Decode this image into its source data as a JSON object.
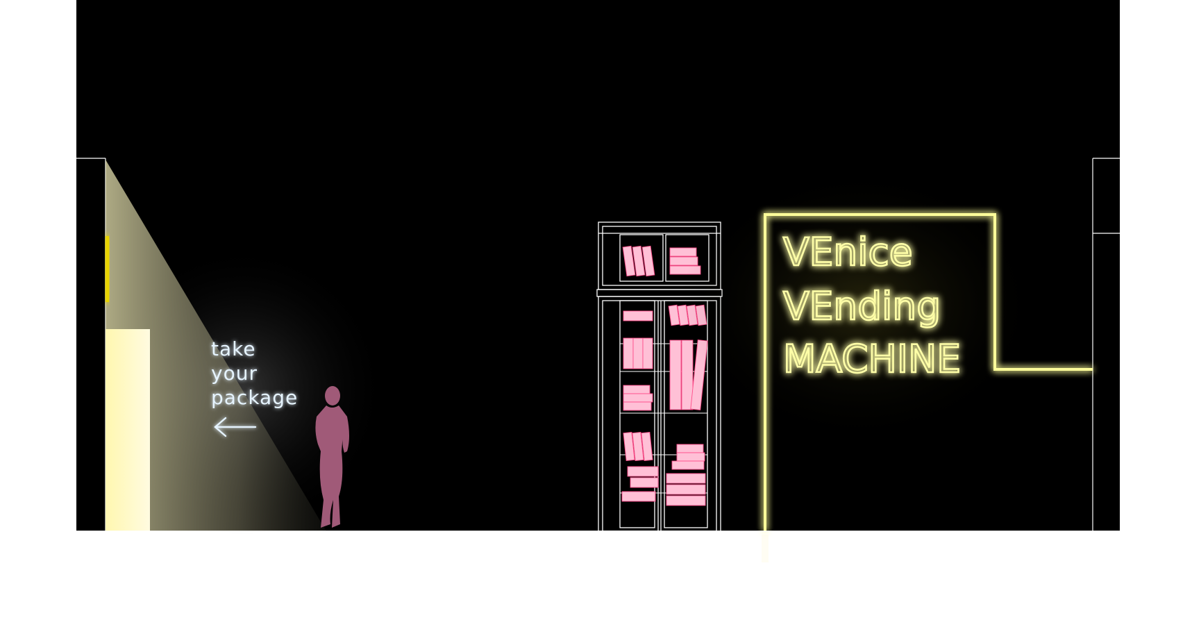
{
  "neon_sign_left": {
    "lines": [
      "take",
      "your",
      "package"
    ],
    "arrow": "left-arrow-icon",
    "color": "#d6ecff",
    "glow": "#7fc4ff"
  },
  "neon_sign_right": {
    "lines": [
      "VEnice",
      "VEnding",
      "MACHINE"
    ],
    "color": "#ffffb0",
    "glow": "#ffe84a"
  },
  "colors": {
    "background": "#000000",
    "page": "#ffffff",
    "floor_line": "#ffffff",
    "wall_light": "#fff7b8",
    "person": "#a05a78",
    "book": "#ffc0d6",
    "book_stroke": "#ff4d8a",
    "neon_frame": "#ffff9a"
  },
  "icons": {
    "person": "person-silhouette-icon",
    "cabinet": "vending-cabinet-icon",
    "arrow": "left-arrow-icon"
  }
}
